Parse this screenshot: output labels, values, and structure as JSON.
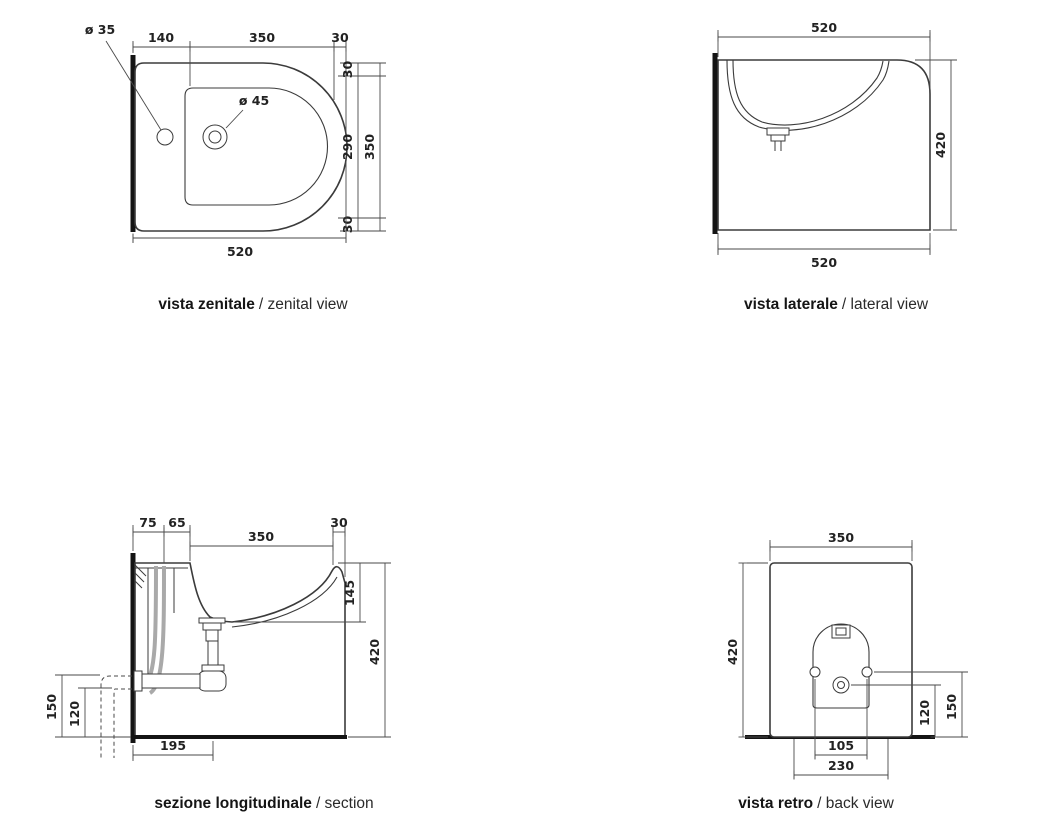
{
  "sheet": {
    "background": "#ffffff",
    "line_color": "#3b3b3b",
    "accent_gray": "#a9a9a9"
  },
  "views": {
    "zenital": {
      "label_it": "vista zenitale",
      "label_en": "/ zenital view",
      "dims": {
        "tap_hole": "ø 35",
        "wall_to_basin": "140",
        "basin_length": "350",
        "rim_right": "30",
        "drain": "ø 45",
        "rim_front": "30",
        "basin_width": "290",
        "rim_back": "30",
        "overall_width": "350",
        "overall_length": "520"
      }
    },
    "lateral": {
      "label_it": "vista laterale",
      "label_en": "/ lateral view",
      "dims": {
        "top_width": "520",
        "height": "420",
        "bottom_width": "520"
      }
    },
    "section": {
      "label_it": "sezione longitudinale",
      "label_en": "/ section",
      "dims": {
        "back_ledge": "75",
        "inlet_offset": "65",
        "basin_length": "350",
        "front_rim": "30",
        "basin_depth": "145",
        "height": "420",
        "trap_height": "150",
        "outlet_height": "120",
        "drain_offset": "195"
      }
    },
    "back": {
      "label_it": "vista retro",
      "label_en": "/ back view",
      "dims": {
        "width": "350",
        "height": "420",
        "drain_height": "120",
        "holes_height": "150",
        "holes_spacing": "105",
        "base_width": "230"
      }
    }
  }
}
